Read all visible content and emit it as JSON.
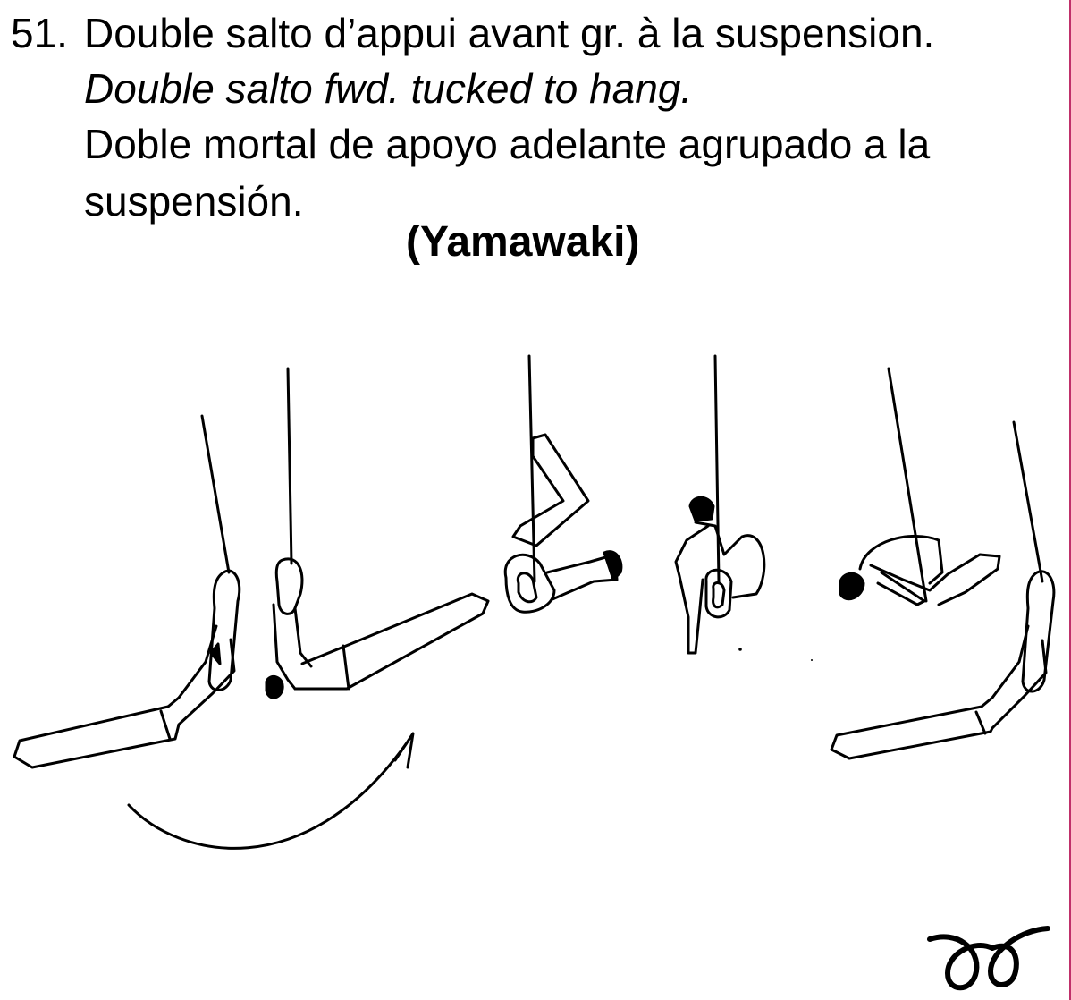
{
  "element": {
    "number": "51.",
    "lines": [
      "Double salto d’appui avant gr. à la suspension.",
      "Double salto fwd. tucked to hang.",
      "Doble mortal de apoyo adelante agrupado a la",
      "suspensión."
    ],
    "name": "(Yamawaki)"
  },
  "illustration": {
    "figures": [
      "front-support-hang",
      "swing-forward",
      "inverted-tuck",
      "tucked-salto",
      "salto-rotation",
      "final-hang"
    ],
    "arrow": "rotation-arrow-icon",
    "difficulty_symbol": "difficulty-symbol-icon"
  },
  "colors": {
    "ink": "#000000",
    "edge": "#c0306a",
    "background": "#ffffff"
  }
}
